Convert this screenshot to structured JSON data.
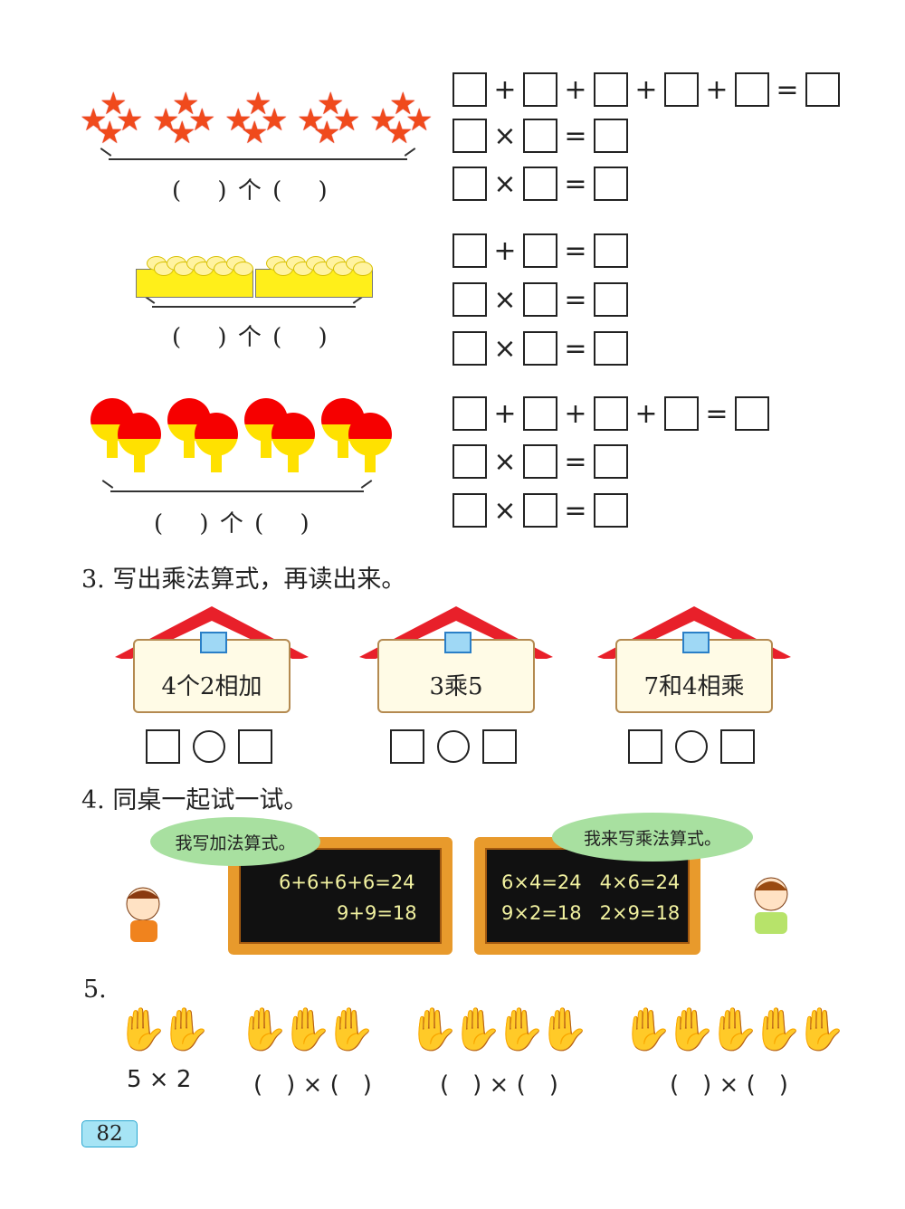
{
  "section2": {
    "groups": [
      {
        "blank_label": "(　 ) 个 (　 )",
        "equations": [
          [
            "+",
            "+",
            "+",
            "+",
            "="
          ],
          [
            "×",
            "="
          ],
          [
            "×",
            "="
          ]
        ]
      },
      {
        "blank_label": "(　 ) 个 (　 )",
        "equations": [
          [
            "+",
            "="
          ],
          [
            "×",
            "="
          ],
          [
            "×",
            "="
          ]
        ]
      },
      {
        "blank_label": "(　 ) 个 (　 )",
        "equations": [
          [
            "+",
            "+",
            "+",
            "="
          ],
          [
            "×",
            "="
          ],
          [
            "×",
            "="
          ]
        ]
      }
    ]
  },
  "section3": {
    "heading": "3. 写出乘法算式，再读出来。",
    "houses": [
      {
        "label": "4个2相加"
      },
      {
        "label": "3乘5"
      },
      {
        "label": "7和4相乘"
      }
    ]
  },
  "section4": {
    "heading": "4. 同桌一起试一试。",
    "girl_bubble": "我写加法算式。",
    "boy_bubble": "我来写乘法算式。",
    "board_left": [
      "6+6+6+6=24",
      "9+9=18"
    ],
    "board_right": [
      "6×4=24   4×6=24",
      "9×2=18   2×9=18"
    ]
  },
  "section5": {
    "heading": "5.",
    "groups": [
      {
        "hands": 2,
        "label": "5 × 2"
      },
      {
        "hands": 3,
        "label": "(　)  ×  (　)"
      },
      {
        "hands": 4,
        "label": "(　)  ×  (　)"
      },
      {
        "hands": 5,
        "label": "(　)  ×  (　)"
      }
    ]
  },
  "page_number": "82"
}
